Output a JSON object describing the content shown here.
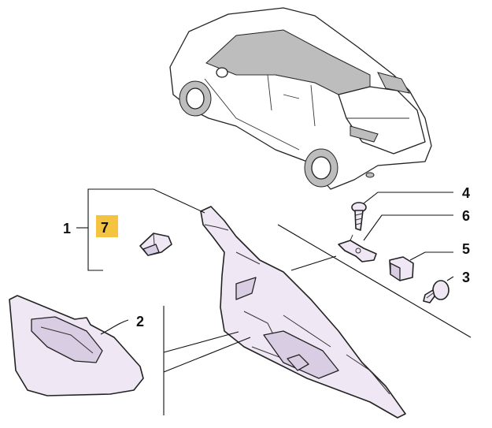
{
  "callouts": {
    "c1": "1",
    "c2": "2",
    "c3": "3",
    "c4": "4",
    "c5": "5",
    "c6": "6",
    "c7": "7"
  },
  "colors": {
    "highlight": "#f5c342",
    "part_fill": "#efe8f4",
    "part_shade": "#d9cde3"
  }
}
